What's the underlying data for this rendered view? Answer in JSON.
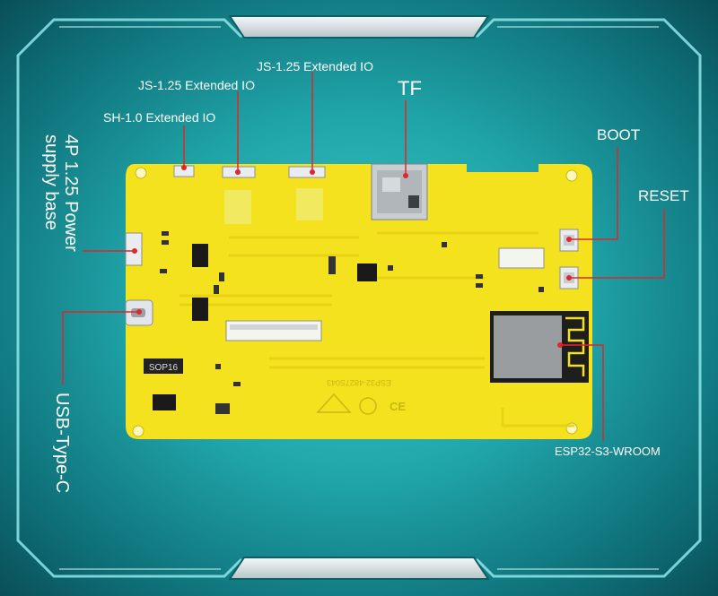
{
  "labels": {
    "js_top": "JS-1.25 Extended IO",
    "js_mid": "JS-1.25 Extended IO",
    "sh": "SH-1.0 Extended IO",
    "tf": "TF",
    "boot": "BOOT",
    "reset": "RESET",
    "power_line1": "4P 1.25 Power",
    "power_line2": "supply base",
    "usb": "USB-Type-C",
    "module": "ESP32-S3-WROOM"
  },
  "board": {
    "chip_marking": "SOP16",
    "silk_text": "ESP32-4827S043"
  },
  "colors": {
    "board_yellow": "#f4e21e",
    "pointer_red": "#e0262a",
    "frame_teal": "#2fb6b8"
  }
}
